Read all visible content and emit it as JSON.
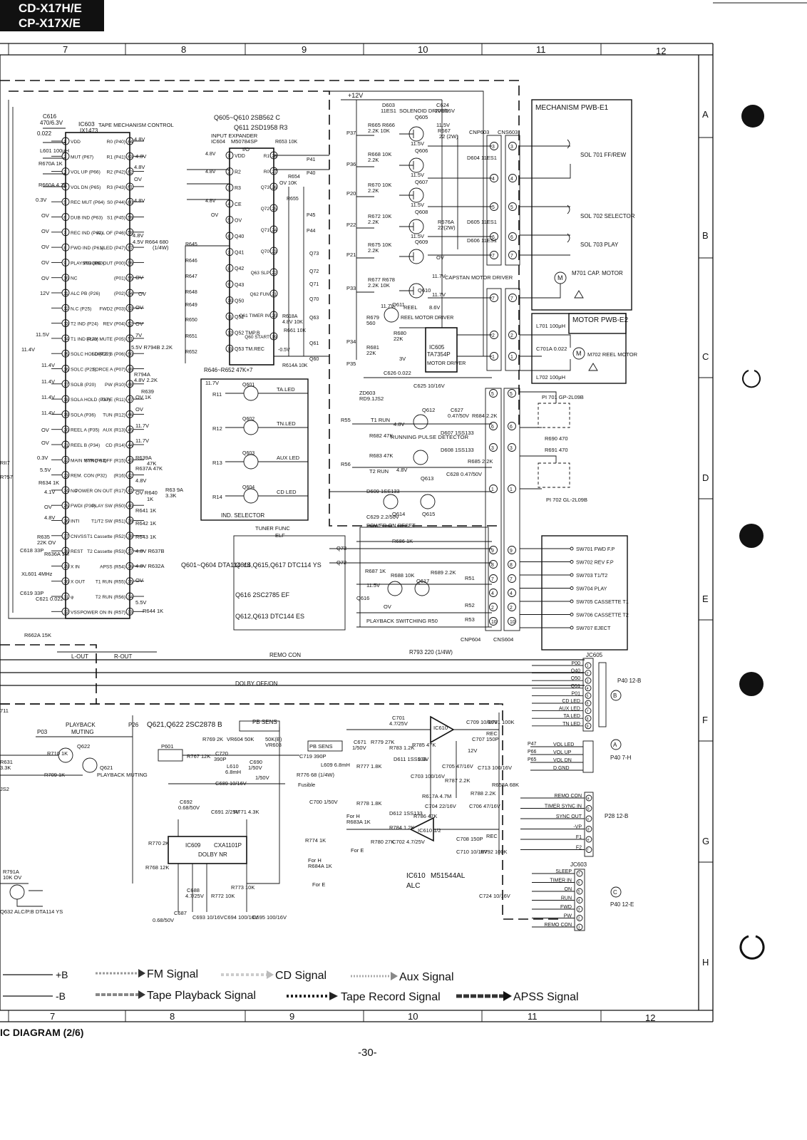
{
  "header": {
    "model_line_1": "CD-X17H/E",
    "model_line_2": "CP-X17X/E"
  },
  "grid": {
    "columns": [
      "7",
      "8",
      "9",
      "10",
      "11",
      "12"
    ],
    "rows": [
      "A",
      "B",
      "C",
      "D",
      "E",
      "F",
      "G",
      "H"
    ]
  },
  "blocks": {
    "ic603": {
      "ref": "IC603",
      "part": "IX1473",
      "title": "TAPE MECHANISM CONTROL",
      "left_pins": [
        "VDD",
        "MUT (P67)",
        "VOL UP (P66)",
        "VOL DN (P65)",
        "REC MUT (P64)",
        "DUB IND (P63)",
        "REC IND (P62)",
        "FWD IND (P61)",
        "PLAY IND (P60)",
        "NC",
        "ALC PB (P26)",
        "N.C (P25)",
        "T2 IND (P24)",
        "T1 IND (P23)",
        "SOLC HOLD (P22)",
        "SOLC (P21)",
        "SOLB (P20)",
        "SOLA HOLD (P37)",
        "SOLA (P36)",
        "REEL A (P35)",
        "REEL B (P34)",
        "MAIN MTR (P33)",
        "REM. CON (P32)",
        "NC",
        "FWDI (P30)",
        "INTI",
        "CNVSS",
        "REST",
        "X IN",
        "X OUT",
        "φ",
        "VSS"
      ],
      "right_pins": [
        "R0 (P40)",
        "R1 (P41)",
        "R2 (P42)",
        "R3 (P43)",
        "S0 (P44)",
        "S1 (P45)",
        "ALL OF (P46)",
        "VLED (P47)",
        "STROBE OUT (P00)",
        "(P01)",
        "(P02)",
        "FWD2 (P03)",
        "REV (P04)",
        "PLAY MUTE (P05)",
        "SORCE B (P06)",
        "SORCE A (P07)",
        "PW (R10)",
        "TAPE (R11)",
        "TUN (R12)",
        "AUX (R13)",
        "CD (R14)",
        "SYNC A OFF (R15)",
        "(R16)",
        "POWER ON OUT (R17)",
        "PLAY SW (R50)",
        "T1/T2 SW (R51)",
        "T1 Cassette (R52)",
        "T2 Cassette (R53)",
        "APSS (R54)",
        "T1 RUN (R55)",
        "T2 RUN (R56)",
        "POWER ON IN (R57)"
      ]
    },
    "ic604": {
      "ref": "IC604",
      "part": "M50784SP",
      "title": "INPUT EXPANDER",
      "io": "I/O",
      "left_pins": [
        "VDD",
        "R2",
        "R3",
        "CE",
        "OV",
        "Q40",
        "Q41",
        "Q42",
        "Q43",
        "Q50",
        "Q51",
        "Q52 TMP.B",
        "Q53 TM.REC"
      ],
      "right_pins": [
        "R1",
        "R0",
        "Q73",
        "Q72",
        "Q71",
        "Q70",
        "Q63 SLP",
        "Q62 FUN",
        "Q61 TIMER IN",
        "Q60 START"
      ],
      "resistor_note": "R646~R652  47K×7"
    },
    "transistors_top": {
      "q605_q610": "Q605~Q610  2SB562 C",
      "q611": "Q611  2SD1958 R3",
      "solenoid": "SOLENOID DRIVER",
      "capstan": "CAPSTAN MOTOR DRIVER",
      "reel": "REEL MOTOR DRIVER"
    },
    "ic605": {
      "ref": "IC605",
      "part": "TA7354P",
      "title": "MOTOR DRIVER"
    },
    "ind_selector": {
      "title": "IND. SELECTOR",
      "leds": [
        "TA.LED",
        "TN.LED",
        "AUX LED",
        "CD LED"
      ],
      "inputs": [
        "R11",
        "R12",
        "R13",
        "R14"
      ],
      "transistors": [
        "Q601",
        "Q602",
        "Q603",
        "Q604"
      ]
    },
    "pulse_detector": {
      "title": "RUNNING PULSE DETECTOR",
      "t1": "T1 RUN",
      "t2": "T2 RUN",
      "power_on": "POWER ON RESET",
      "playback": "PLAYBACK SWITCHING R50"
    },
    "transistor_notes": [
      "Q601~Q604  DTA114 YS",
      "Q614,Q615,Q617  DTC114 YS",
      "Q616  2SC2785 EF",
      "Q612,Q613  DTC144 ES"
    ],
    "mechanism_pwb": {
      "title": "MECHANISM PWB-E1",
      "items": [
        "SOL 701 FF/REW",
        "SOL 702 SELECTOR",
        "SOL 703 PLAY",
        "M701 CAP. MOTOR"
      ]
    },
    "motor_pwb": {
      "title": "MOTOR PWB-E2",
      "items": [
        "M702 REEL MOTOR",
        "L701 100μH",
        "L702 100μH",
        "C701A 0.022"
      ]
    },
    "photo": {
      "pi701": "PI 701  GP-2L09B",
      "pi702": "PI 702  GL-2L09B"
    },
    "switches": [
      "SW701 FWD F.P",
      "SW702 REV F.P",
      "SW703 T1/T2",
      "SW704 PLAY",
      "SW705 CASSETTE T1",
      "SW706 CASSETTE T2",
      "SW707 EJECT"
    ],
    "jc605": {
      "ref": "JC605",
      "plug": "P40 12-B",
      "lines": [
        "P00",
        "Q40",
        "Q50",
        "Q51",
        "P01",
        "CD LED",
        "AUX LED",
        "TA LED",
        "TN LED"
      ]
    },
    "vol_plug": {
      "plug": "P40 7-H",
      "lines": [
        "VOL LED",
        "VOL UP",
        "VOL DN",
        "D.GND"
      ]
    },
    "remo_plug": {
      "plug": "P28 12-B",
      "lines": [
        "REMO CON",
        "TIMER SYNC IN",
        "SYNC OUT",
        "-VP",
        "F1",
        "F2"
      ]
    },
    "jc603": {
      "ref": "JC603",
      "plug": "P40 12-E",
      "lines": [
        "SLEEP",
        "TIMER IN",
        "ON",
        "RUN",
        "FWD",
        "PW",
        "REMO CON"
      ]
    },
    "ic609": {
      "ref": "IC609",
      "part": "CXA1101P",
      "title": "DOLBY NR"
    },
    "ic610": {
      "ref": "IC610",
      "part": "M51544AL",
      "title": "ALC"
    },
    "mute": {
      "q621_q622": "Q621,Q622  2SC2878 B",
      "pb_mute": "PLAYBACK MUTING",
      "pb_sens": "PB SENS",
      "q632": "Q632 ALC/P.B  DTA114 YS"
    },
    "buses": [
      "L-OUT",
      "R-OUT",
      "REMO CON",
      "DOLBY OFF/ON",
      "R793 220 (1/4W)",
      "+12V"
    ],
    "connectors": [
      "CNP603",
      "CNS603",
      "CNP604",
      "CNS604"
    ]
  },
  "legend": [
    {
      "symbol": "line",
      "label": "+B"
    },
    {
      "symbol": "line",
      "label": "-B"
    },
    {
      "symbol": "arrow",
      "label": "FM Signal"
    },
    {
      "symbol": "arrow",
      "label": "Tape Playback Signal"
    },
    {
      "symbol": "arrow",
      "label": "CD Signal"
    },
    {
      "symbol": "arrow",
      "label": "Tape Record Signal"
    },
    {
      "symbol": "arrow",
      "label": "Aux Signal"
    },
    {
      "symbol": "arrow",
      "label": "APSS Signal"
    }
  ],
  "footer": {
    "caption": "IC DIAGRAM (2/6)",
    "page": "-30-"
  }
}
